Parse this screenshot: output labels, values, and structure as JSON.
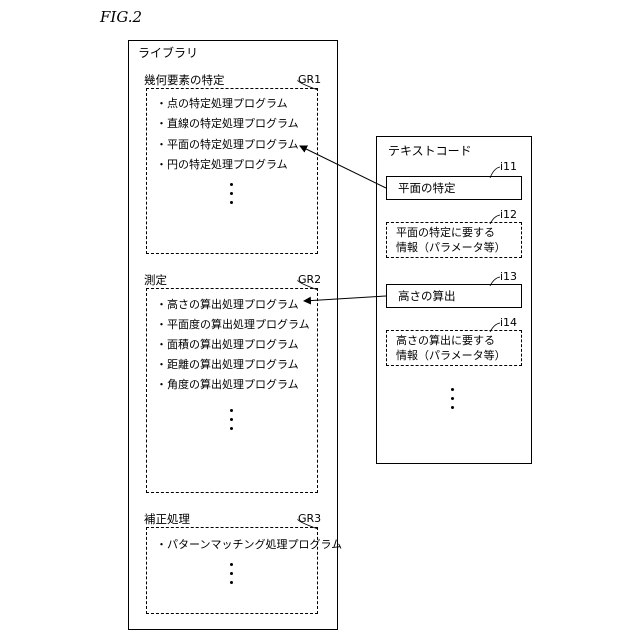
{
  "figure_label": "FIG.2",
  "library": {
    "title": "ライブラリ",
    "groups": [
      {
        "heading": "幾何要素の特定",
        "ref": "GR1",
        "items": [
          "・点の特定処理プログラム",
          "・直線の特定処理プログラム",
          "・平面の特定処理プログラム",
          "・円の特定処理プログラム"
        ]
      },
      {
        "heading": "測定",
        "ref": "GR2",
        "items": [
          "・高さの算出処理プログラム",
          "・平面度の算出処理プログラム",
          "・面積の算出処理プログラム",
          "・距離の算出処理プログラム",
          "・角度の算出処理プログラム"
        ]
      },
      {
        "heading": "補正処理",
        "ref": "GR3",
        "items": [
          "・パターンマッチング処理プログラム"
        ]
      }
    ]
  },
  "text_code": {
    "title": "テキストコード",
    "entries": [
      {
        "ref": "i11",
        "lines": [
          "平面の特定"
        ]
      },
      {
        "ref": "i12",
        "lines": [
          "平面の特定に要する",
          "情報（パラメータ等）"
        ]
      },
      {
        "ref": "i13",
        "lines": [
          "高さの算出"
        ]
      },
      {
        "ref": "i14",
        "lines": [
          "高さの算出に要する",
          "情報（パラメータ等）"
        ]
      }
    ]
  }
}
